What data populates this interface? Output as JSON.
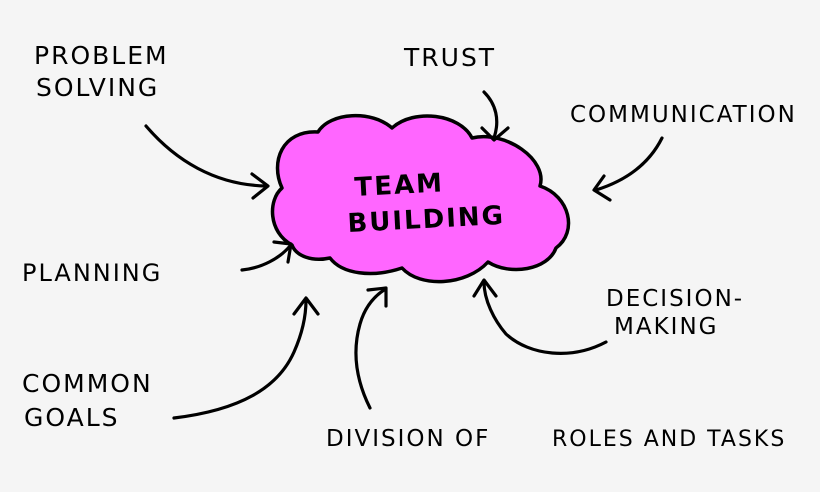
{
  "center": {
    "line1": "TEAM",
    "line2": "BUILDING"
  },
  "labels": {
    "problem_solving_1": "PROBLEM",
    "problem_solving_2": "SOLVING",
    "trust": "TRUST",
    "communication": "COMMUNICATION",
    "planning": "PLANNING",
    "decision_1": "DECISION-",
    "decision_2": "MAKING",
    "common_goals_1": "COMMON",
    "common_goals_2": "GOALS",
    "division_1": "DIVISION OF",
    "division_2": "ROLES AND TASKS"
  },
  "colors": {
    "cloud_fill": "#ff66ff",
    "ink": "#000000",
    "background": "#f5f5f5"
  }
}
